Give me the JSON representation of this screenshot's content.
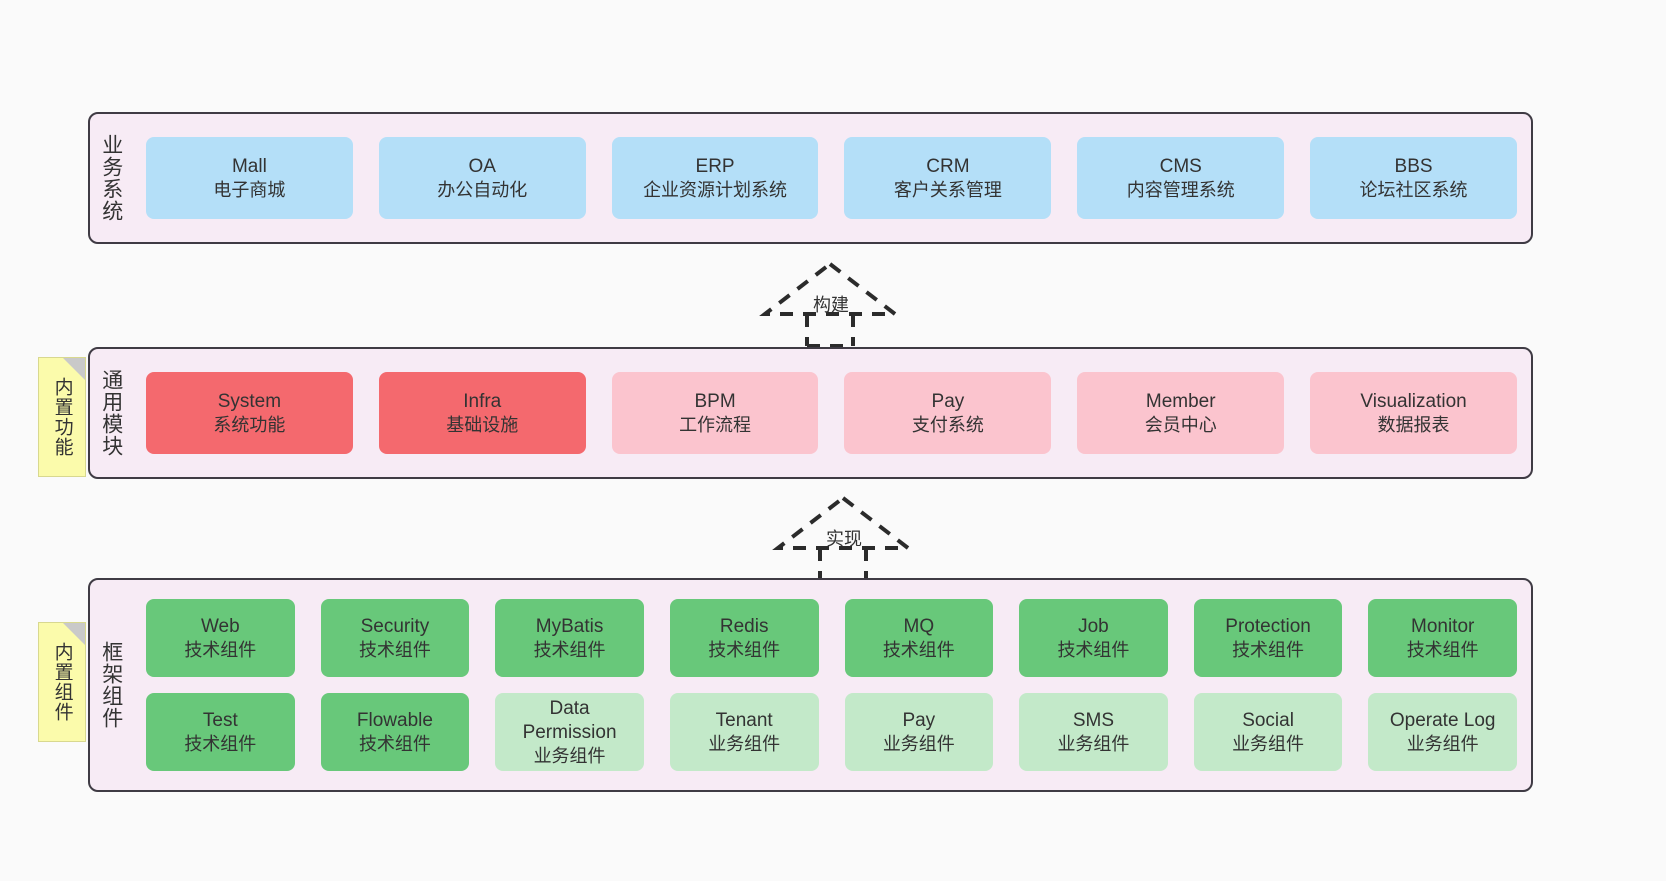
{
  "diagram": {
    "title": "",
    "background_color": "#fafafa",
    "layer_bg_color": "#f7ebf5",
    "layer_border_color": "#3f3b44",
    "note_color": "#fbfbab",
    "colors": {
      "blue": "#b4dff8",
      "red": "#f4696e",
      "pink": "#fbc4ce",
      "green": "#68c87a",
      "green_light": "#c3e9c9"
    }
  },
  "layers": [
    {
      "id": "business-system",
      "title": "业务系统",
      "rows": [
        {
          "nodes": [
            {
              "title": "Mall",
              "sub": "电子商城",
              "color": "blue"
            },
            {
              "title": "OA",
              "sub": "办公自动化",
              "color": "blue"
            },
            {
              "title": "ERP",
              "sub": "企业资源计划系统",
              "color": "blue"
            },
            {
              "title": "CRM",
              "sub": "客户关系管理",
              "color": "blue"
            },
            {
              "title": "CMS",
              "sub": "内容管理系统",
              "color": "blue"
            },
            {
              "title": "BBS",
              "sub": "论坛社区系统",
              "color": "blue"
            }
          ]
        }
      ]
    },
    {
      "id": "common-module",
      "title": "通用模块",
      "note": "内置功能",
      "rows": [
        {
          "nodes": [
            {
              "title": "System",
              "sub": "系统功能",
              "color": "red"
            },
            {
              "title": "Infra",
              "sub": "基础设施",
              "color": "red"
            },
            {
              "title": "BPM",
              "sub": "工作流程",
              "color": "pink"
            },
            {
              "title": "Pay",
              "sub": "支付系统",
              "color": "pink"
            },
            {
              "title": "Member",
              "sub": "会员中心",
              "color": "pink"
            },
            {
              "title": "Visualization",
              "sub": "数据报表",
              "color": "pink"
            }
          ]
        }
      ]
    },
    {
      "id": "framework-component",
      "title": "框架组件",
      "note": "内置组件",
      "rows": [
        {
          "nodes": [
            {
              "title": "Web",
              "sub": "技术组件",
              "color": "green"
            },
            {
              "title": "Security",
              "sub": "技术组件",
              "color": "green"
            },
            {
              "title": "MyBatis",
              "sub": "技术组件",
              "color": "green"
            },
            {
              "title": "Redis",
              "sub": "技术组件",
              "color": "green"
            },
            {
              "title": "MQ",
              "sub": "技术组件",
              "color": "green"
            },
            {
              "title": "Job",
              "sub": "技术组件",
              "color": "green"
            },
            {
              "title": "Protection",
              "sub": "技术组件",
              "color": "green"
            },
            {
              "title": "Monitor",
              "sub": "技术组件",
              "color": "green"
            }
          ]
        },
        {
          "nodes": [
            {
              "title": "Test",
              "sub": "技术组件",
              "color": "green"
            },
            {
              "title": "Flowable",
              "sub": "技术组件",
              "color": "green"
            },
            {
              "title": "Data Permission",
              "sub": "业务组件",
              "color": "green_light"
            },
            {
              "title": "Tenant",
              "sub": "业务组件",
              "color": "green_light"
            },
            {
              "title": "Pay",
              "sub": "业务组件",
              "color": "green_light"
            },
            {
              "title": "SMS",
              "sub": "业务组件",
              "color": "green_light"
            },
            {
              "title": "Social",
              "sub": "业务组件",
              "color": "green_light"
            },
            {
              "title": "Operate Log",
              "sub": "业务组件",
              "color": "green_light"
            }
          ]
        }
      ]
    }
  ],
  "connectors": [
    {
      "id": "build",
      "label": "构建",
      "style": "dashed-generalization",
      "direction": "up"
    },
    {
      "id": "implement",
      "label": "实现",
      "style": "dashed-generalization",
      "direction": "up"
    }
  ]
}
